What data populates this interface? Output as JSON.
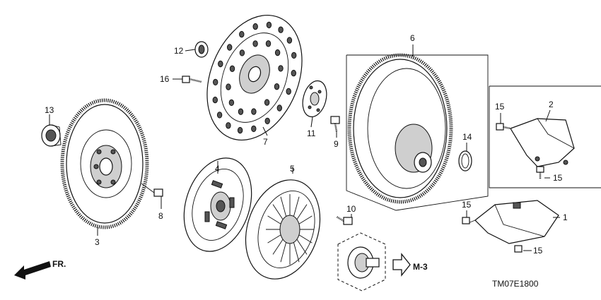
{
  "callouts": {
    "c1": "1",
    "c2": "2",
    "c3": "3",
    "c4": "4",
    "c5": "5",
    "c6": "6",
    "c7": "7",
    "c8": "8",
    "c9": "9",
    "c10": "10",
    "c11": "11",
    "c12": "12",
    "c13": "13",
    "c14": "14",
    "c15a": "15",
    "c15b": "15",
    "c15c": "15",
    "c15d": "15",
    "c16": "16"
  },
  "direction_label": "FR.",
  "reference_label": "M-3",
  "diagram_code": "TM07E1800"
}
